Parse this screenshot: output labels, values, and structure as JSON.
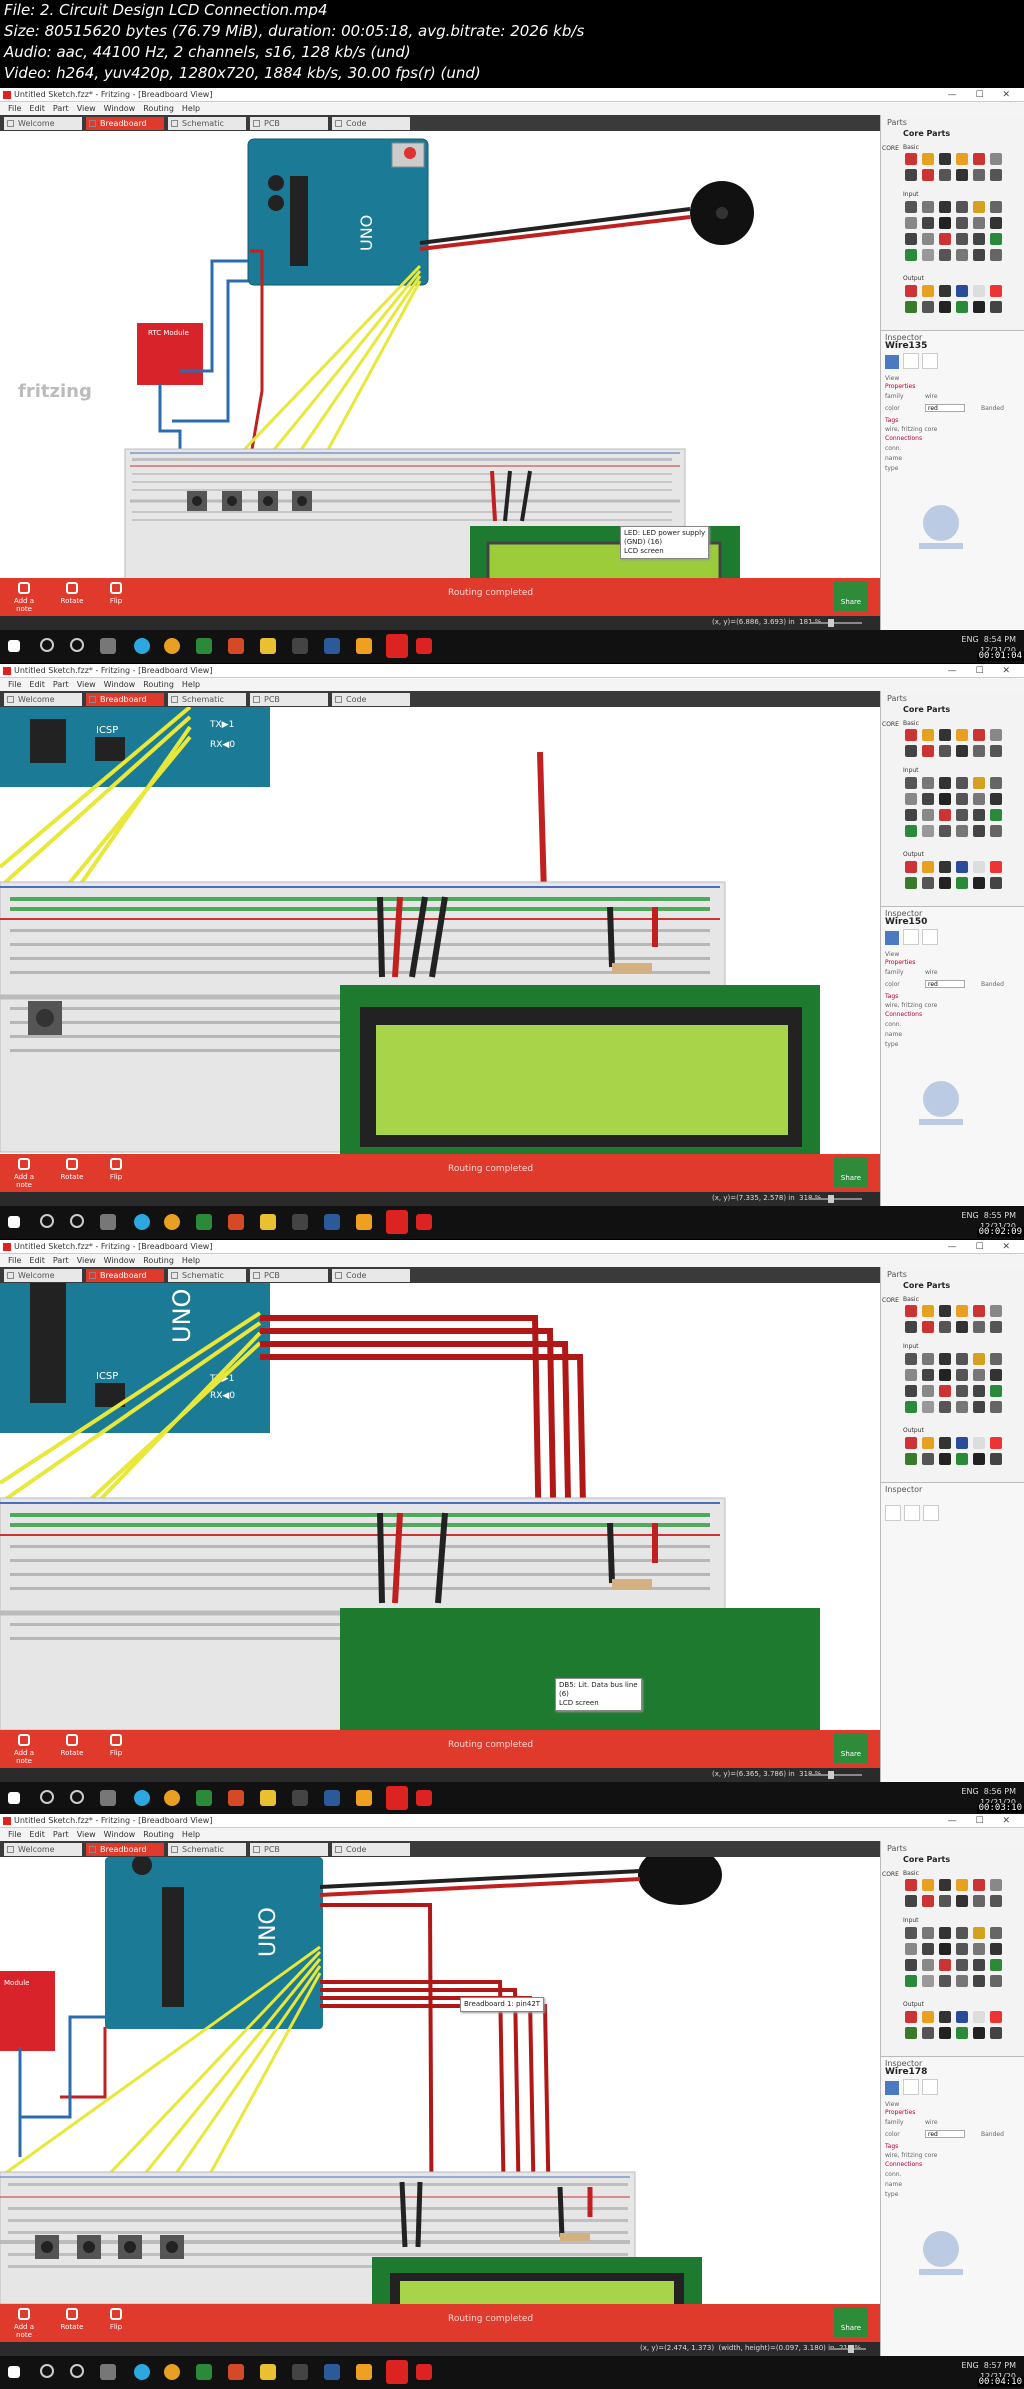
{
  "video_info": {
    "line1": "File: 2. Circuit Design LCD Connection.mp4",
    "line2": "Size: 80515620 bytes (76.79 MiB), duration: 00:05:18, avg.bitrate: 2026 kb/s",
    "line3": "Audio: aac, 44100 Hz, 2 channels, s16, 128 kb/s (und)",
    "line4": "Video: h264, yuv420p, 1280x720, 1884 kb/s, 30.00 fps(r) (und)"
  },
  "app": {
    "menu": [
      "File",
      "Edit",
      "Part",
      "View",
      "Window",
      "Routing",
      "Help"
    ],
    "window_controls": "— ☐ ✕",
    "tabs": [
      "Welcome",
      "Breadboard",
      "Schematic",
      "PCB",
      "Code"
    ],
    "status": {
      "add_note": "Add a note",
      "rotate": "Rotate",
      "flip": "Flip",
      "routing": "Routing completed",
      "share": "Share"
    },
    "parts_bin": {
      "header": "Parts",
      "title": "Core Parts",
      "categories": [
        "CORE",
        "Basic",
        "Input",
        "Output"
      ]
    },
    "inspector_header": "Inspector",
    "inspector_labels": {
      "view": "View",
      "properties": "Properties",
      "family": "family",
      "family_value": "wire",
      "color": "color",
      "color_value": "red",
      "banded": "Banded",
      "tags": "Tags",
      "tags_value": "wire, fritzing core",
      "connections": "Connections",
      "conn": "conn.",
      "name": "name",
      "type": "type"
    },
    "fritzing_logo": "fritzing",
    "tray_lang": "ENG",
    "connector_labels": [
      "UNO",
      "ICSP",
      "TX▶1",
      "RX◀0"
    ]
  },
  "frames": [
    {
      "title": "Untitled Sketch.fzz* - Fritzing - [Breadboard View]",
      "inspector_title": "Wire135",
      "tooltip": [
        "LED: LED power supply",
        "(GND) (16)",
        "LCD screen"
      ],
      "rtc_label": "RTC Module",
      "coords": "(x, y)=(6.886, 3.693) in",
      "zoom": "181 %",
      "clock_time": "8:54 PM",
      "clock_date": "12/21/20",
      "timecode": "00:01:04"
    },
    {
      "title": "Untitled Sketch.fzz* - Fritzing - [Breadboard View]",
      "inspector_title": "Wire150",
      "tooltip": [],
      "coords": "(x, y)=(7.335, 2.578) in",
      "zoom": "318 %",
      "clock_time": "8:55 PM",
      "clock_date": "12/21/20",
      "timecode": "00:02:09"
    },
    {
      "title": "Untitled Sketch.fzz* - Fritzing - [Breadboard View]",
      "inspector_title": "",
      "tooltip": [
        "DB5: Lit. Data bus line",
        "(6)",
        "LCD screen"
      ],
      "coords": "(x, y)=(6.365, 3.786) in",
      "zoom": "318 %",
      "clock_time": "8:56 PM",
      "clock_date": "12/21/20",
      "timecode": "00:03:10"
    },
    {
      "title": "Untitled Sketch.fzz* - Fritzing - [Breadboard View]",
      "inspector_title": "Wire178",
      "tooltip": [
        "Breadboard 1: pin42T"
      ],
      "rtc_label": "Module",
      "coords": "(x, y)=(2.474, 1.373)",
      "extra": "(width, height)=(0.097, 3.180) in",
      "zoom": "218 %",
      "clock_time": "8:57 PM",
      "clock_date": "12/21/20",
      "timecode": "00:04:10"
    }
  ]
}
